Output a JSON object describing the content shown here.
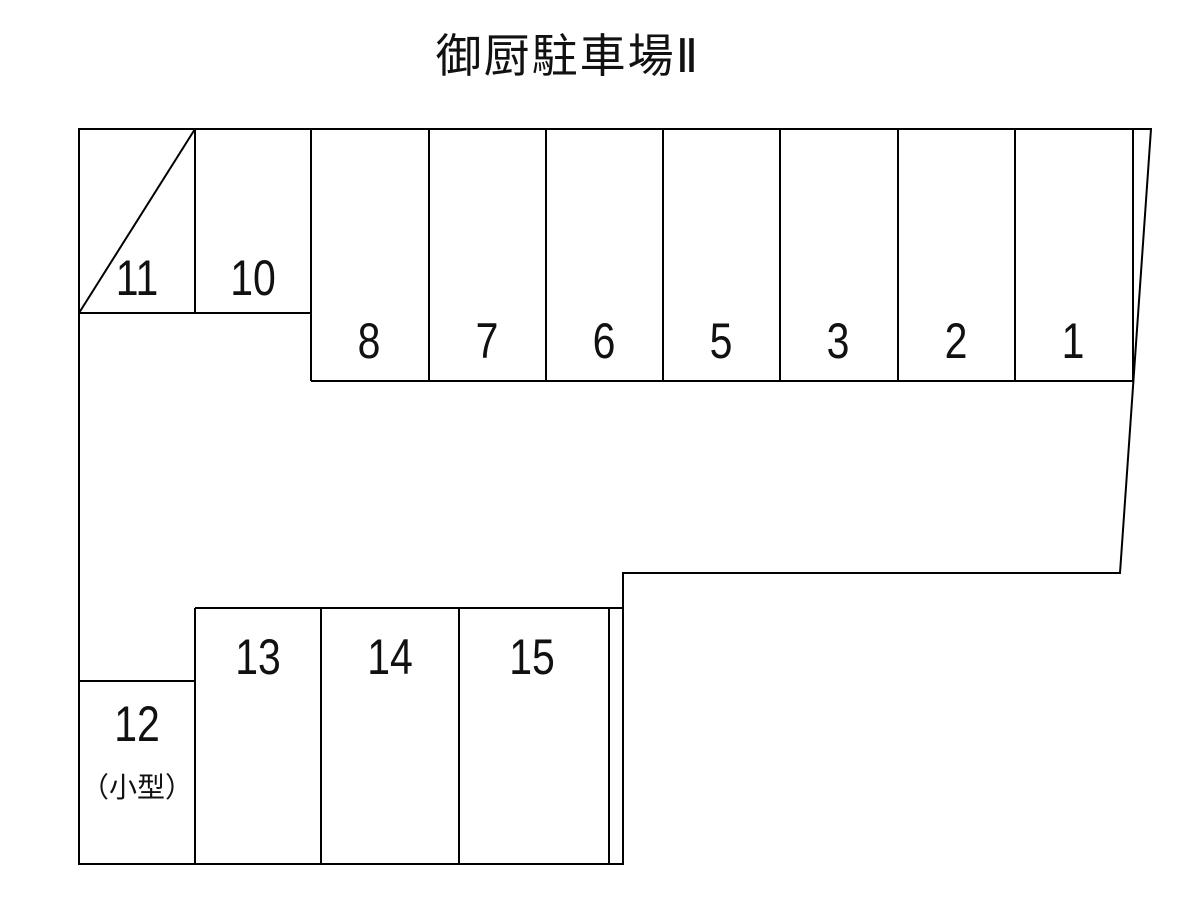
{
  "title": "御厨駐車場Ⅱ",
  "colors": {
    "line": "#000000",
    "text": "#111111",
    "background": "#ffffff"
  },
  "spaces": [
    {
      "id": "11",
      "label": "11",
      "note": ""
    },
    {
      "id": "10",
      "label": "10",
      "note": ""
    },
    {
      "id": "8",
      "label": "8",
      "note": ""
    },
    {
      "id": "7",
      "label": "7",
      "note": ""
    },
    {
      "id": "6",
      "label": "6",
      "note": ""
    },
    {
      "id": "5",
      "label": "5",
      "note": ""
    },
    {
      "id": "3",
      "label": "3",
      "note": ""
    },
    {
      "id": "2",
      "label": "2",
      "note": ""
    },
    {
      "id": "1",
      "label": "1",
      "note": ""
    },
    {
      "id": "12",
      "label": "12",
      "note": "（小型）"
    },
    {
      "id": "13",
      "label": "13",
      "note": ""
    },
    {
      "id": "14",
      "label": "14",
      "note": ""
    },
    {
      "id": "15",
      "label": "15",
      "note": ""
    }
  ]
}
